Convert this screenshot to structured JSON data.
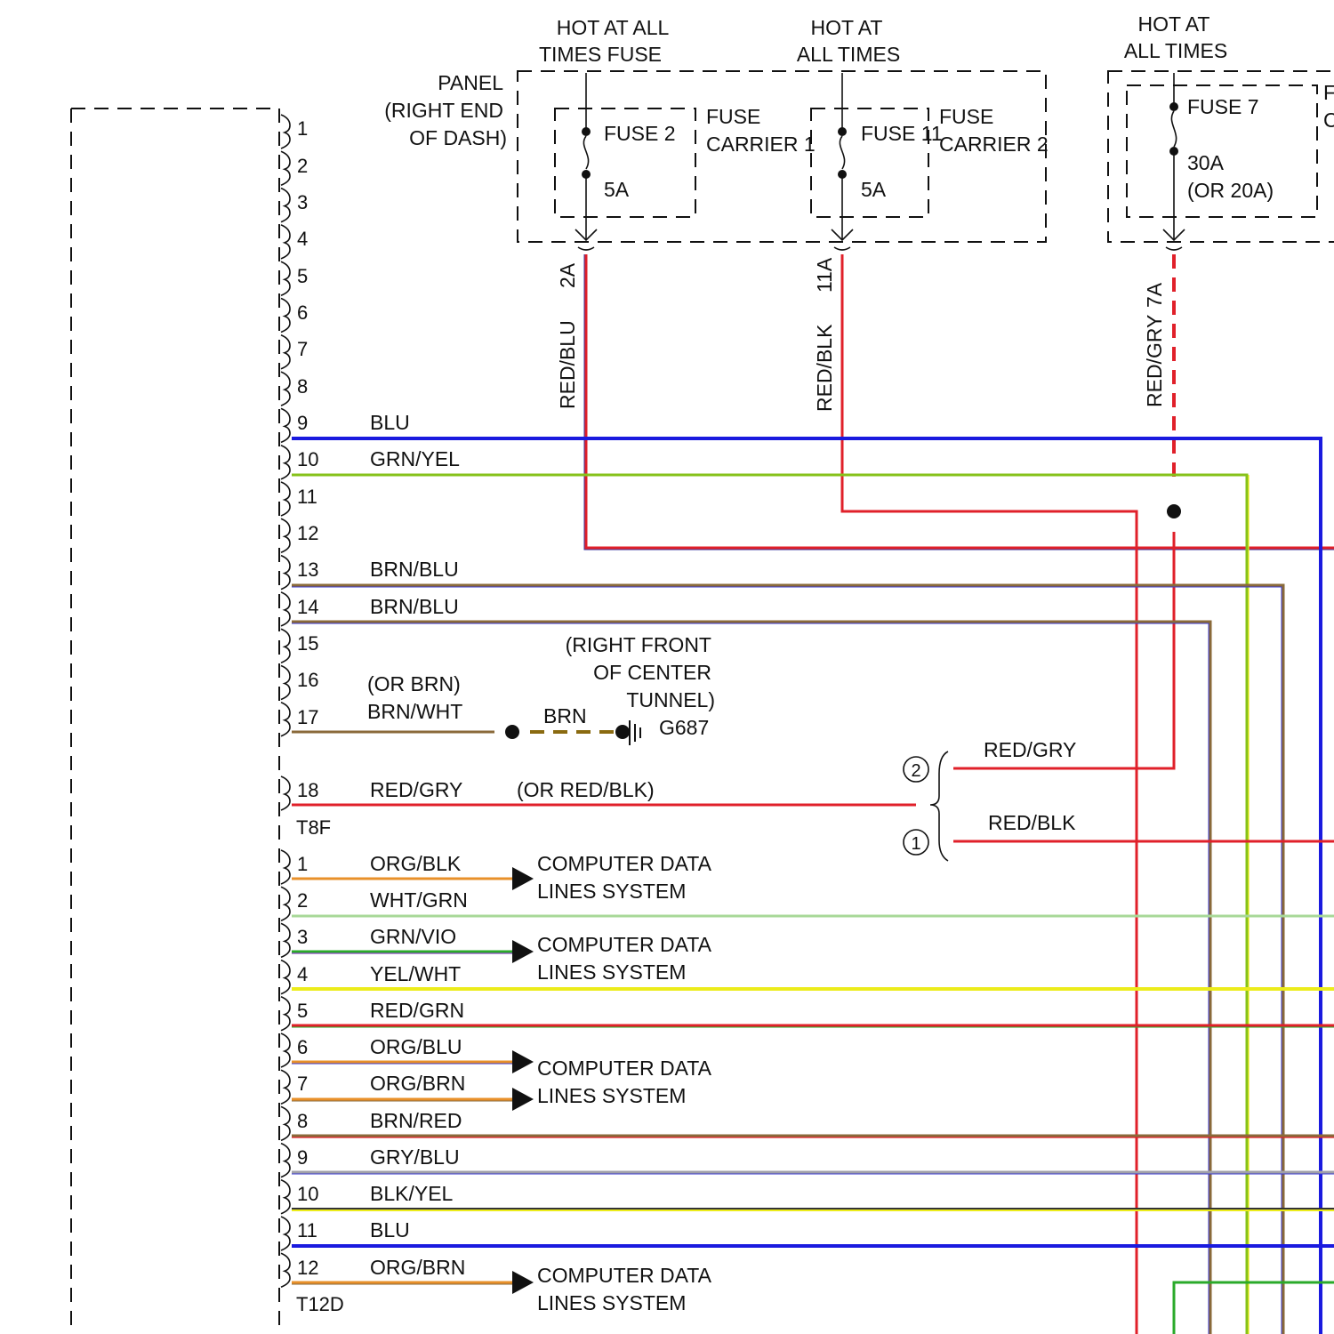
{
  "fuses": {
    "hot1": [
      "HOT AT ALL",
      "TIMES FUSE"
    ],
    "hot2": [
      "HOT AT",
      "ALL TIMES"
    ],
    "hot3": [
      "HOT AT",
      "ALL TIMES"
    ],
    "panel": [
      "PANEL",
      "(RIGHT END",
      "OF DASH)"
    ],
    "fuse2": "FUSE 2",
    "fuse2_amp": "5A",
    "carrier1": [
      "FUSE",
      "CARRIER 1"
    ],
    "fuse11": "FUSE 11",
    "fuse11_amp": "5A",
    "carrier2": [
      "FUSE",
      "CARRIER 2"
    ],
    "fuse7": "FUSE 7",
    "fuse7_amp": [
      "30A",
      "(OR 20A)"
    ],
    "edge_letters": [
      "F",
      "C"
    ]
  },
  "risers": [
    {
      "circuit": "2A",
      "color_label": "RED/BLU"
    },
    {
      "circuit": "11A",
      "color_label": "RED/BLK"
    },
    {
      "circuit": "7A",
      "color_label": "RED/GRY"
    }
  ],
  "connector_t8f": {
    "name": "T8F",
    "pins": [
      {
        "n": "1",
        "wire": ""
      },
      {
        "n": "2",
        "wire": ""
      },
      {
        "n": "3",
        "wire": ""
      },
      {
        "n": "4",
        "wire": ""
      },
      {
        "n": "5",
        "wire": ""
      },
      {
        "n": "6",
        "wire": ""
      },
      {
        "n": "7",
        "wire": ""
      },
      {
        "n": "8",
        "wire": ""
      },
      {
        "n": "9",
        "wire": "BLU"
      },
      {
        "n": "10",
        "wire": "GRN/YEL"
      },
      {
        "n": "11",
        "wire": ""
      },
      {
        "n": "12",
        "wire": ""
      },
      {
        "n": "13",
        "wire": "BRN/BLU"
      },
      {
        "n": "14",
        "wire": "BRN/BLU"
      },
      {
        "n": "15",
        "wire": ""
      },
      {
        "n": "16",
        "wire": ""
      },
      {
        "n": "17",
        "wire": "BRN/WHT"
      },
      {
        "n": "18",
        "wire": "RED/GRY"
      }
    ],
    "pin17_alt": "(OR BRN)",
    "pin18_alt": "(OR RED/BLK)"
  },
  "ground": {
    "location": [
      "(RIGHT FRONT",
      "OF CENTER",
      "TUNNEL)"
    ],
    "wire": "BRN",
    "id": "G687"
  },
  "option_switch": {
    "opt2_num": "2",
    "opt2_wire": "RED/GRY",
    "opt1_num": "1",
    "opt1_wire": "RED/BLK"
  },
  "connector_t12d": {
    "name": "T12D",
    "pins": [
      {
        "n": "1",
        "wire": "ORG/BLK"
      },
      {
        "n": "2",
        "wire": "WHT/GRN"
      },
      {
        "n": "3",
        "wire": "GRN/VIO"
      },
      {
        "n": "4",
        "wire": "YEL/WHT"
      },
      {
        "n": "5",
        "wire": "RED/GRN"
      },
      {
        "n": "6",
        "wire": "ORG/BLU"
      },
      {
        "n": "7",
        "wire": "ORG/BRN"
      },
      {
        "n": "8",
        "wire": "BRN/RED"
      },
      {
        "n": "9",
        "wire": "GRY/BLU"
      },
      {
        "n": "10",
        "wire": "BLK/YEL"
      },
      {
        "n": "11",
        "wire": "BLU"
      },
      {
        "n": "12",
        "wire": "ORG/BRN"
      }
    ]
  },
  "data_lines": {
    "line1": "COMPUTER DATA",
    "line2": "LINES SYSTEM"
  },
  "colors": {
    "blue": "#1a1adf",
    "green_yellow": "#86c21a",
    "red": "#e0202a",
    "brown": "#8a6a3a",
    "orange": "#e8902a",
    "yellow": "#ecec1a",
    "green": "#2aaa2a",
    "gray": "#a0a0a8"
  }
}
